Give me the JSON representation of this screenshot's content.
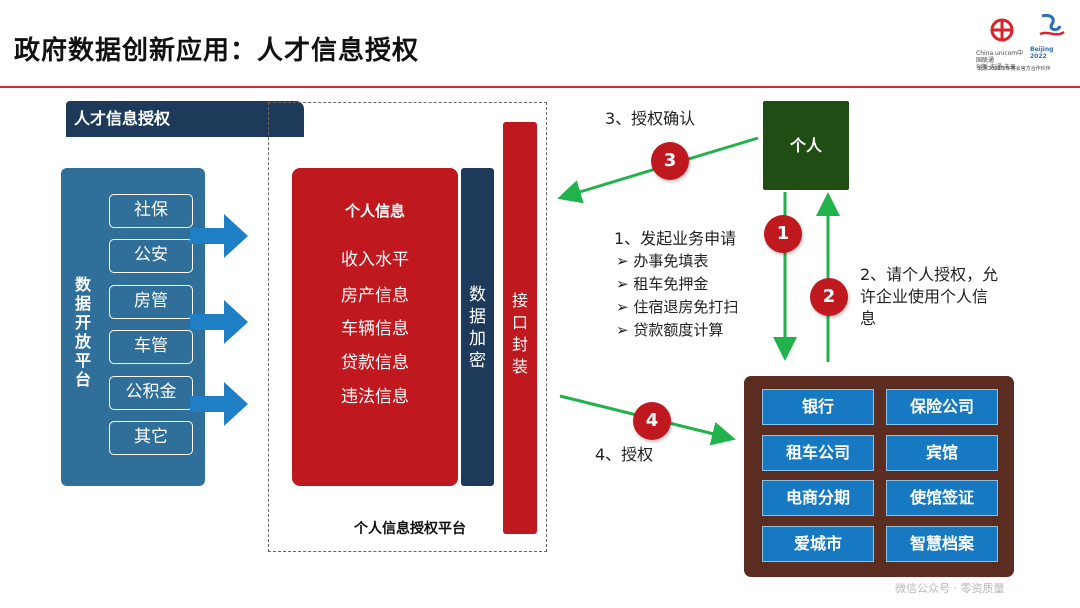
{
  "header": {
    "title": "政府数据创新应用：人才信息授权",
    "logo_unicom_text": "China unicom中国联通",
    "logo_unicom_slogan": "创新·沟通·未来",
    "logo_beijing_text": "Beijing 2022",
    "logo_partner_text": "北京2022年冬奥会官方合作伙伴"
  },
  "section_tag": "人才信息授权",
  "data_platform": {
    "label": "数据开放平台",
    "label_chars": [
      "数",
      "据",
      "开",
      "放",
      "平",
      "台"
    ],
    "items": [
      "社保",
      "公安",
      "房管",
      "车管",
      "公积金",
      "其它"
    ]
  },
  "personal_info": {
    "heading": "个人信息",
    "items": [
      "收入水平",
      "房产信息",
      "车辆信息",
      "贷款信息",
      "违法信息"
    ]
  },
  "encryption": {
    "chars": [
      "数",
      "据",
      "加",
      "密"
    ]
  },
  "api_wrapper": {
    "chars": [
      "接",
      "口",
      "封",
      "装"
    ]
  },
  "platform_caption": "个人信息授权平台",
  "person": "个人",
  "steps": {
    "s1_badge": "1",
    "s1_title": "1、发起业务申请",
    "s1_items": [
      "办事免填表",
      "租车免押金",
      "住宿退房免打扫",
      "贷款额度计算"
    ],
    "s2_badge": "2",
    "s2_line1": "2、请个人授权，允",
    "s2_line2": "许企业使用个人信",
    "s2_line3": "息",
    "s3_badge": "3",
    "s3_text": "3、授权确认",
    "s4_badge": "4",
    "s4_text": "4、授权"
  },
  "businesses": [
    "银行",
    "保险公司",
    "租车公司",
    "宾馆",
    "电商分期",
    "使馆签证",
    "爱城市",
    "智慧档案"
  ],
  "watermark": "微信公众号 · 零资质量",
  "colors": {
    "red": "#c0181f",
    "navy": "#1e3a5a",
    "steel_blue": "#2f6f99",
    "arrow_blue": "#1f7fc4",
    "arrow_green": "#22b24c",
    "dark_green": "#1f4d14",
    "brown": "#5b2d20",
    "biz_blue": "#1779c2"
  }
}
